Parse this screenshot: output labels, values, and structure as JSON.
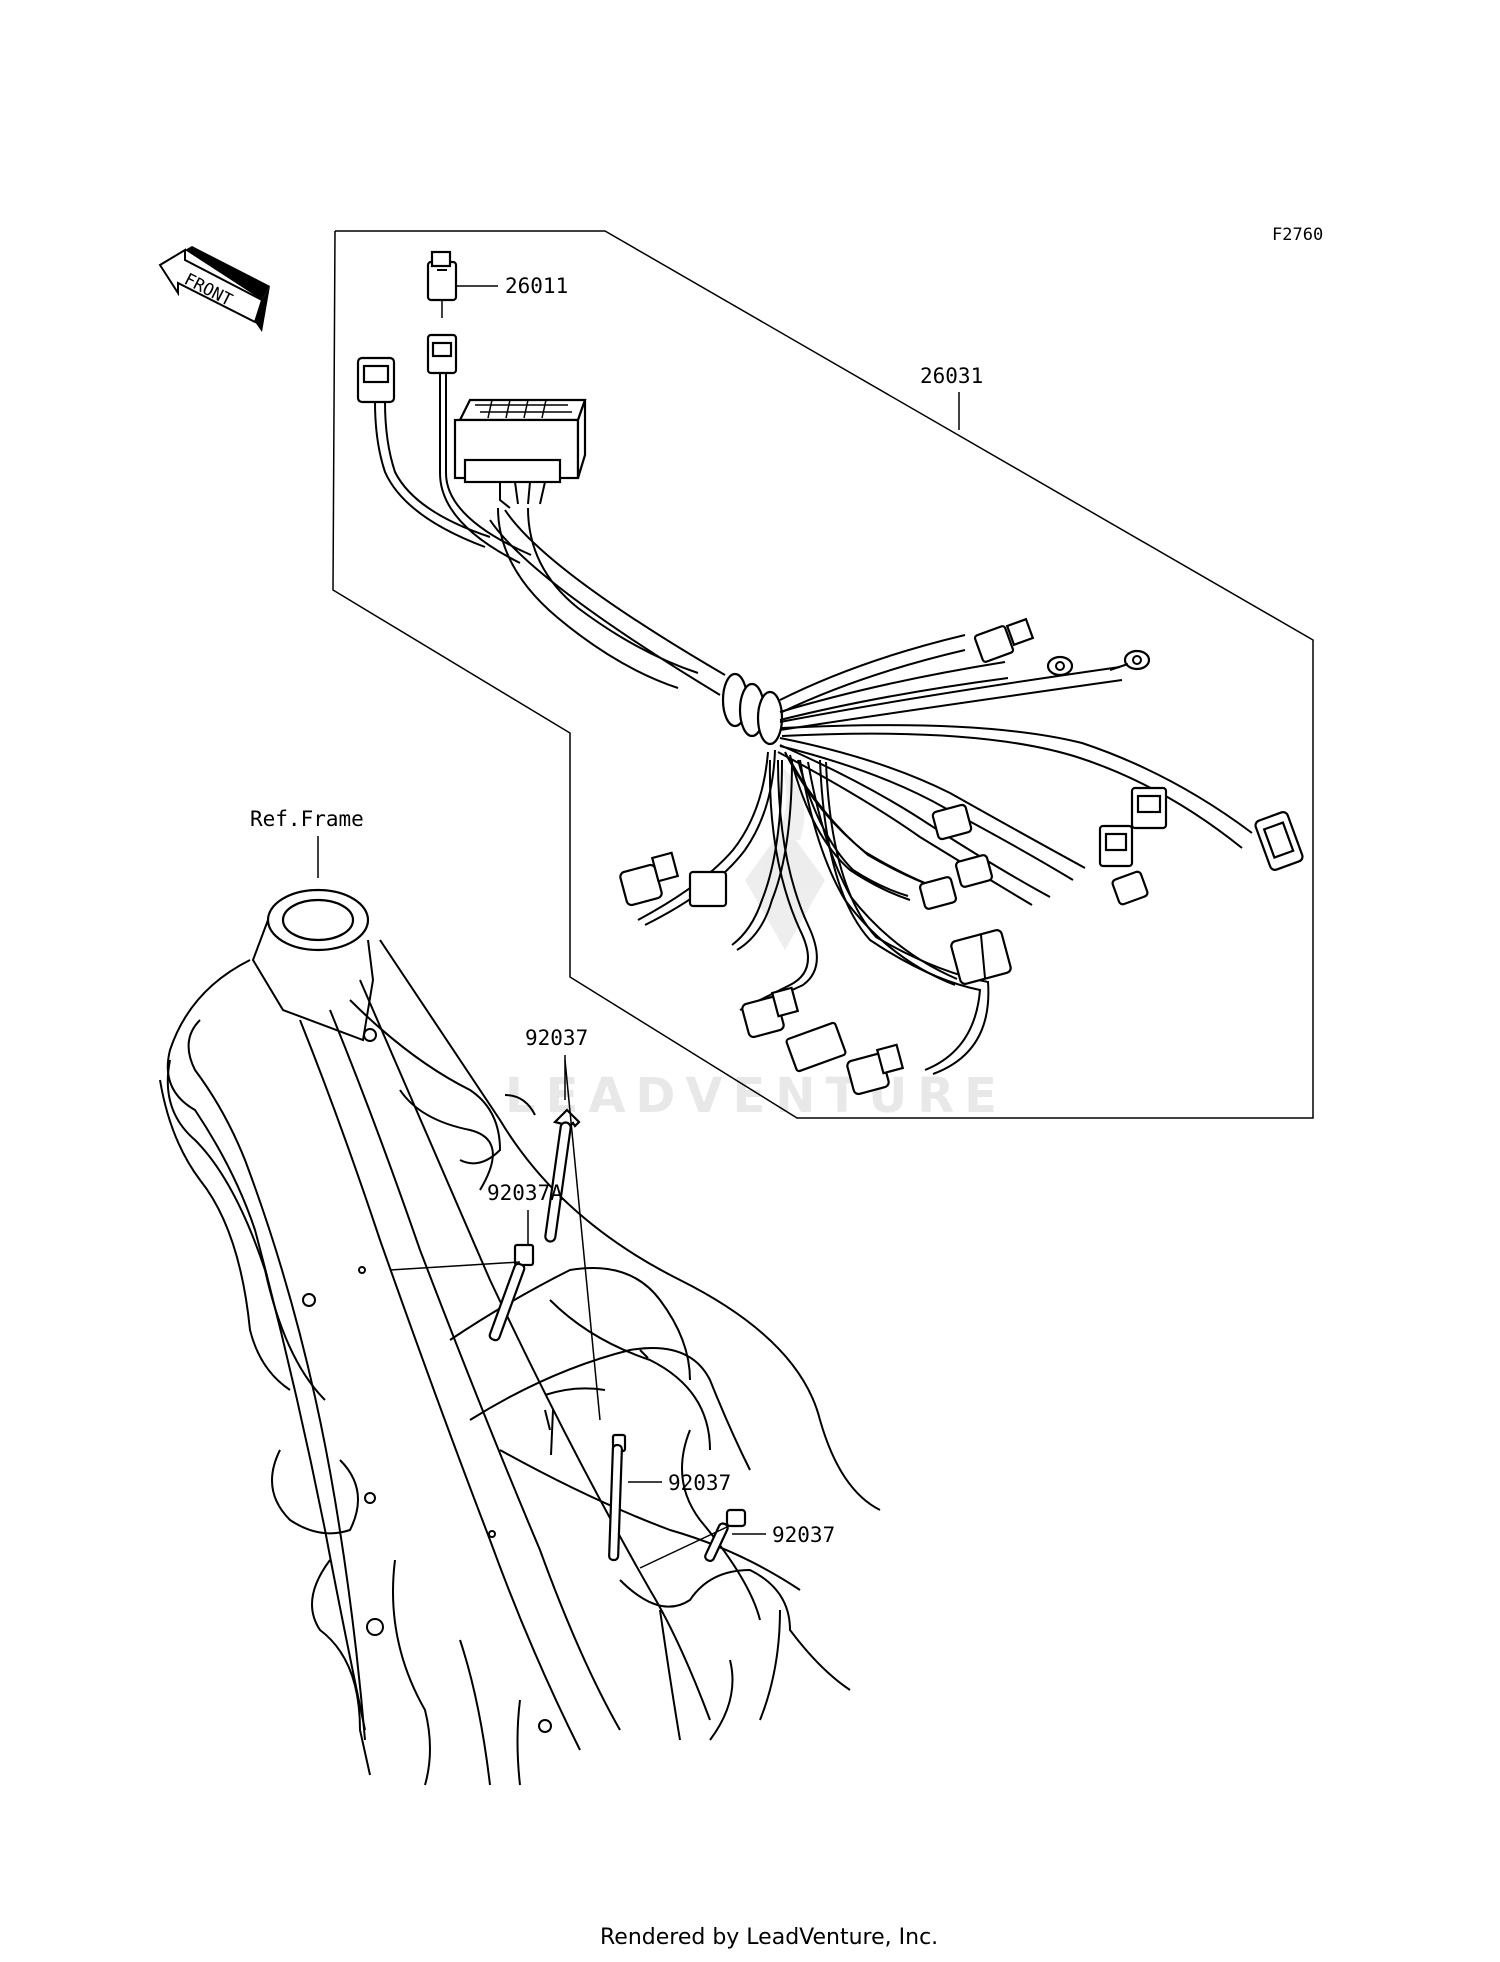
{
  "diagram_code": "F2760",
  "front_arrow_label": "FRONT",
  "reference_label": "Ref.Frame",
  "watermark_text": "LEADVENTURE",
  "footer": "Rendered by LeadVenture, Inc.",
  "callouts": {
    "harness": "26031",
    "connector": "26011",
    "band_top": "92037",
    "band_a": "92037A",
    "band_mid": "92037",
    "band_low": "92037"
  }
}
